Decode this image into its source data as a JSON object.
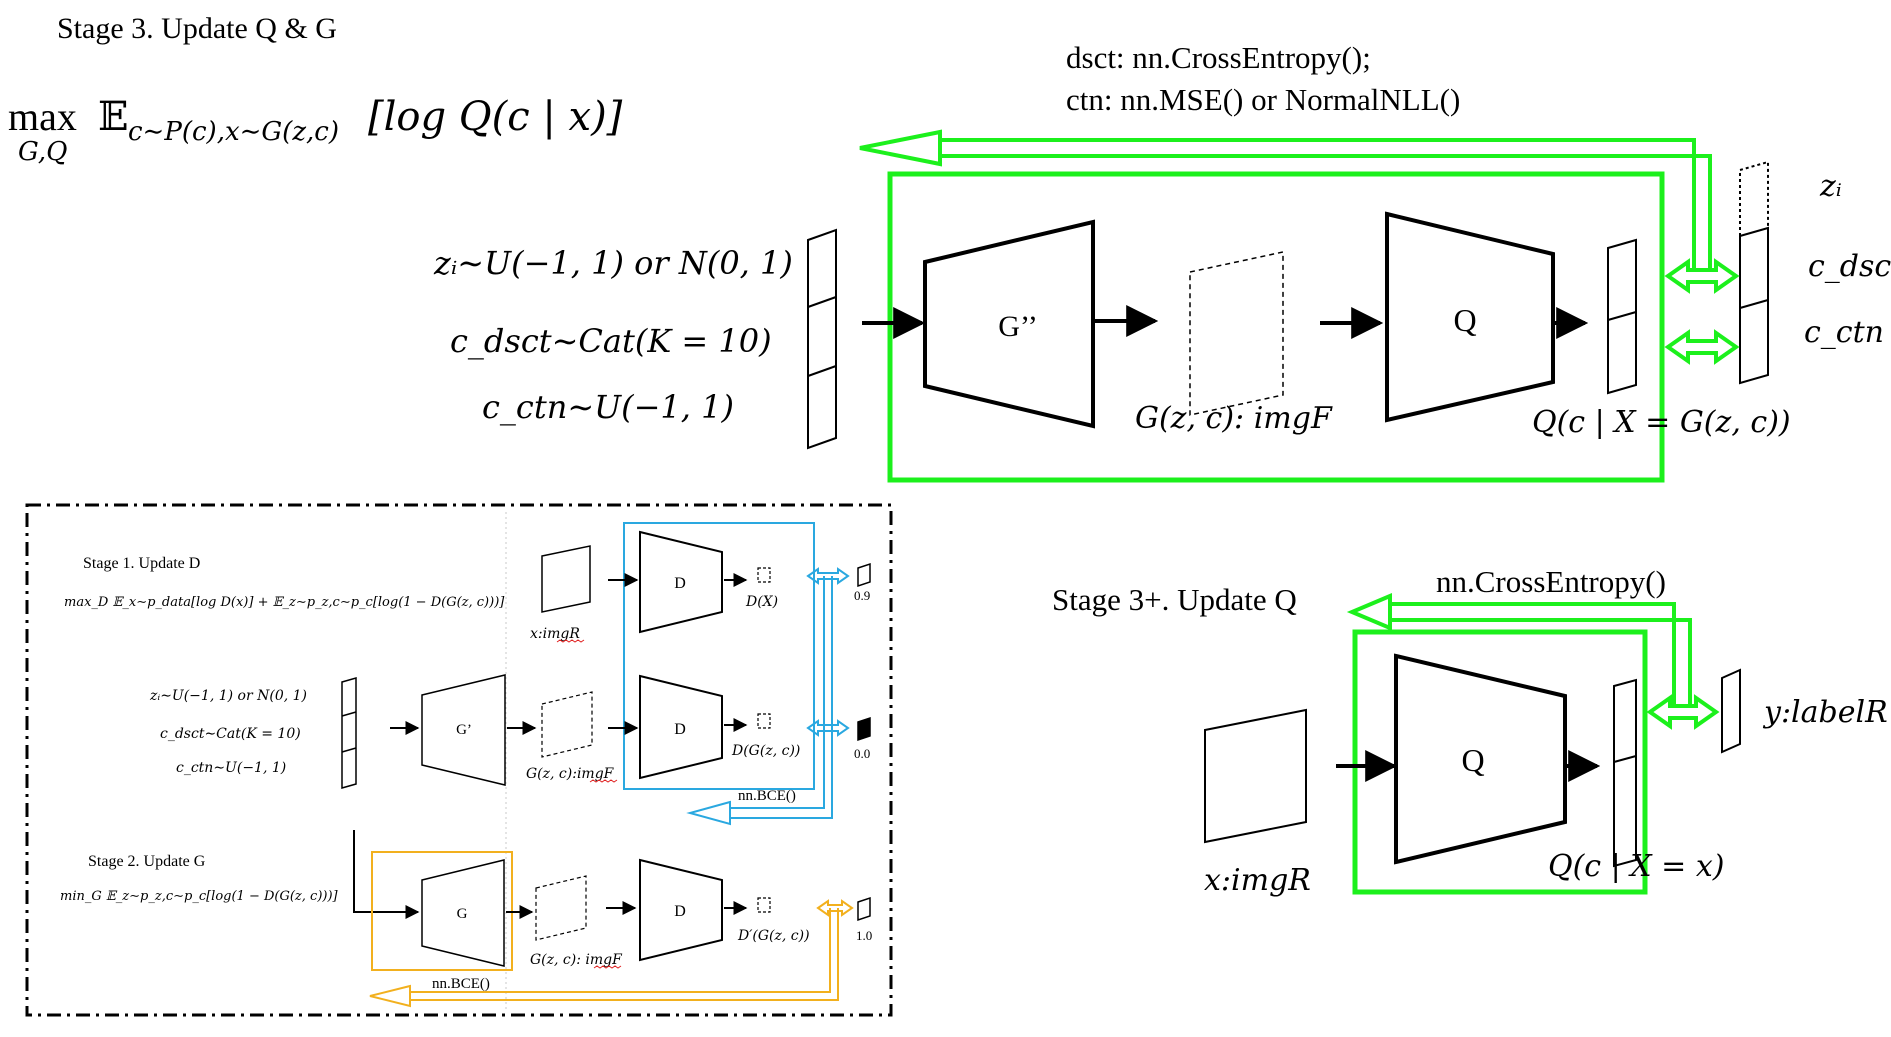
{
  "colors": {
    "green": "#1cf01c",
    "blue": "#2aa8e0",
    "orange": "#f2b01e",
    "ink": "#000000",
    "spell": "#e02020"
  },
  "stage3": {
    "title": "Stage 3. Update Q & G",
    "objective_max": "max",
    "objective_sub": "G,Q",
    "objective_expect": "𝔼",
    "objective_expect_sub": "c∼P(c),x∼G(z,c)",
    "objective_body": "[log Q(c | x)]",
    "loss_line1": "dsct: nn.CrossEntropy();",
    "loss_line2": "ctn: nn.MSE() or NormalNLL()",
    "input_z": "zᵢ∼U(−1, 1) or N(0, 1)",
    "input_cdsct": "c_dsct∼Cat(K = 10)",
    "input_cctn": "c_ctn∼U(−1, 1)",
    "generator": "G’’",
    "image_label": "G(z, c): imgF",
    "q_net": "Q",
    "q_output": "Q(c | X = G(z, c))",
    "target_z": "zᵢ",
    "target_dsct": "c_dsct",
    "target_ctn": "c_ctn"
  },
  "stage3plus": {
    "title": "Stage 3+. Update Q",
    "loss": "nn.CrossEntropy()",
    "input_label": "x:imgR",
    "q_net": "Q",
    "q_output": "Q(c | X = x)",
    "target_label": "y:labelR"
  },
  "inset": {
    "stage1_title": "Stage 1. Update D",
    "stage1_objective": "max_D 𝔼_x∼p_data[log D(x)] + 𝔼_z∼p_z,c∼p_c[log(1 − D(G(z, c)))]",
    "real_image": "x:imgR",
    "d_net": "D",
    "d_real_out": "D(X)",
    "real_target": "0.9",
    "z_input": "zᵢ∼U(−1, 1) or N(0, 1)",
    "cdsct_input": "c_dsct∼Cat(K = 10)",
    "cctn_input": "c_ctn∼U(−1, 1)",
    "g_prime": "G’",
    "fake_image": "G(z, c):imgF",
    "d_fake_out": "D(G(z, c))",
    "fake_target": "0.0",
    "stage1_loss": "nn.BCE()",
    "stage2_title": "Stage 2. Update G",
    "stage2_objective": "min_G 𝔼_z∼p_z,c∼p_c[log(1 − D(G(z, c)))]",
    "g_net": "G",
    "fake_image2": "G(z, c): imgF",
    "d2_out": "D′(G(z, c))",
    "stage2_target": "1.0",
    "stage2_loss": "nn.BCE()"
  }
}
